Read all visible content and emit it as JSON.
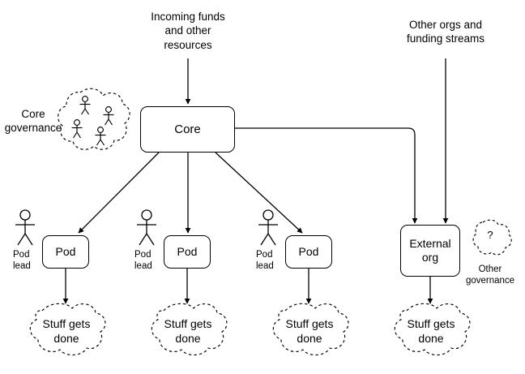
{
  "diagram": {
    "title_top_left": "Incoming funds\nand other\nresources",
    "title_top_right": "Other orgs and\nfunding streams",
    "core_governance_label": "Core\ngovernance",
    "other_governance_label": "Other\ngovernance",
    "other_governance_symbol": "?",
    "core_label": "Core",
    "external_org_label": "External\norg",
    "pods": [
      {
        "label": "Pod",
        "lead_label": "Pod\nlead",
        "outcome": "Stuff gets\ndone"
      },
      {
        "label": "Pod",
        "lead_label": "Pod\nlead",
        "outcome": "Stuff gets\ndone"
      },
      {
        "label": "Pod",
        "lead_label": "Pod\nlead",
        "outcome": "Stuff gets\ndone"
      }
    ],
    "external_outcome": "Stuff gets\ndone",
    "colors": {
      "stroke": "#000000",
      "background": "#ffffff",
      "text": "#000000"
    },
    "governance_people_count": 4
  }
}
